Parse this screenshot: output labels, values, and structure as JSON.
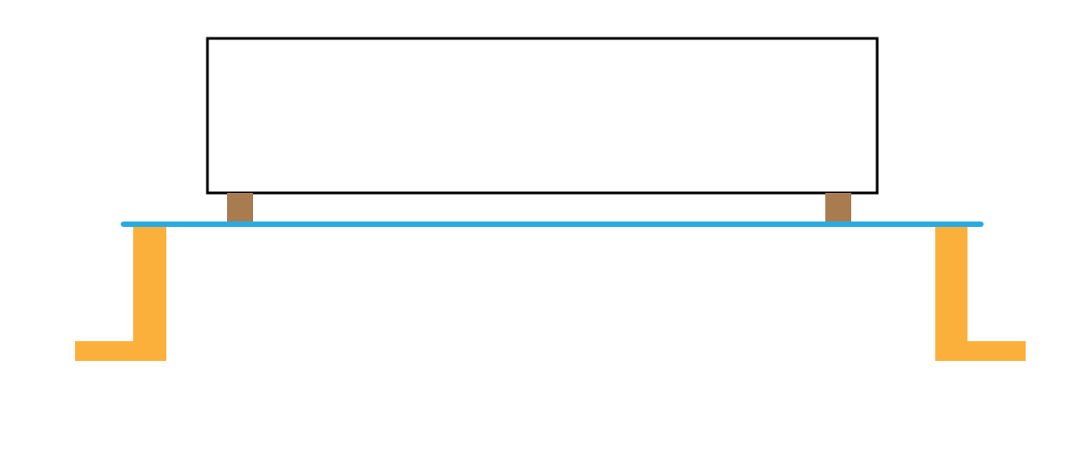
{
  "diagram": {
    "components": {
      "box": {
        "name": "box",
        "fill": "#ffffff",
        "stroke": "#000000"
      },
      "spacers": {
        "name": "spacers",
        "count": 2,
        "color": "#a97c50"
      },
      "beam": {
        "name": "beam",
        "color": "#29abe2"
      },
      "supports": {
        "name": "supports",
        "count": 2,
        "color": "#fbb03b"
      }
    }
  }
}
